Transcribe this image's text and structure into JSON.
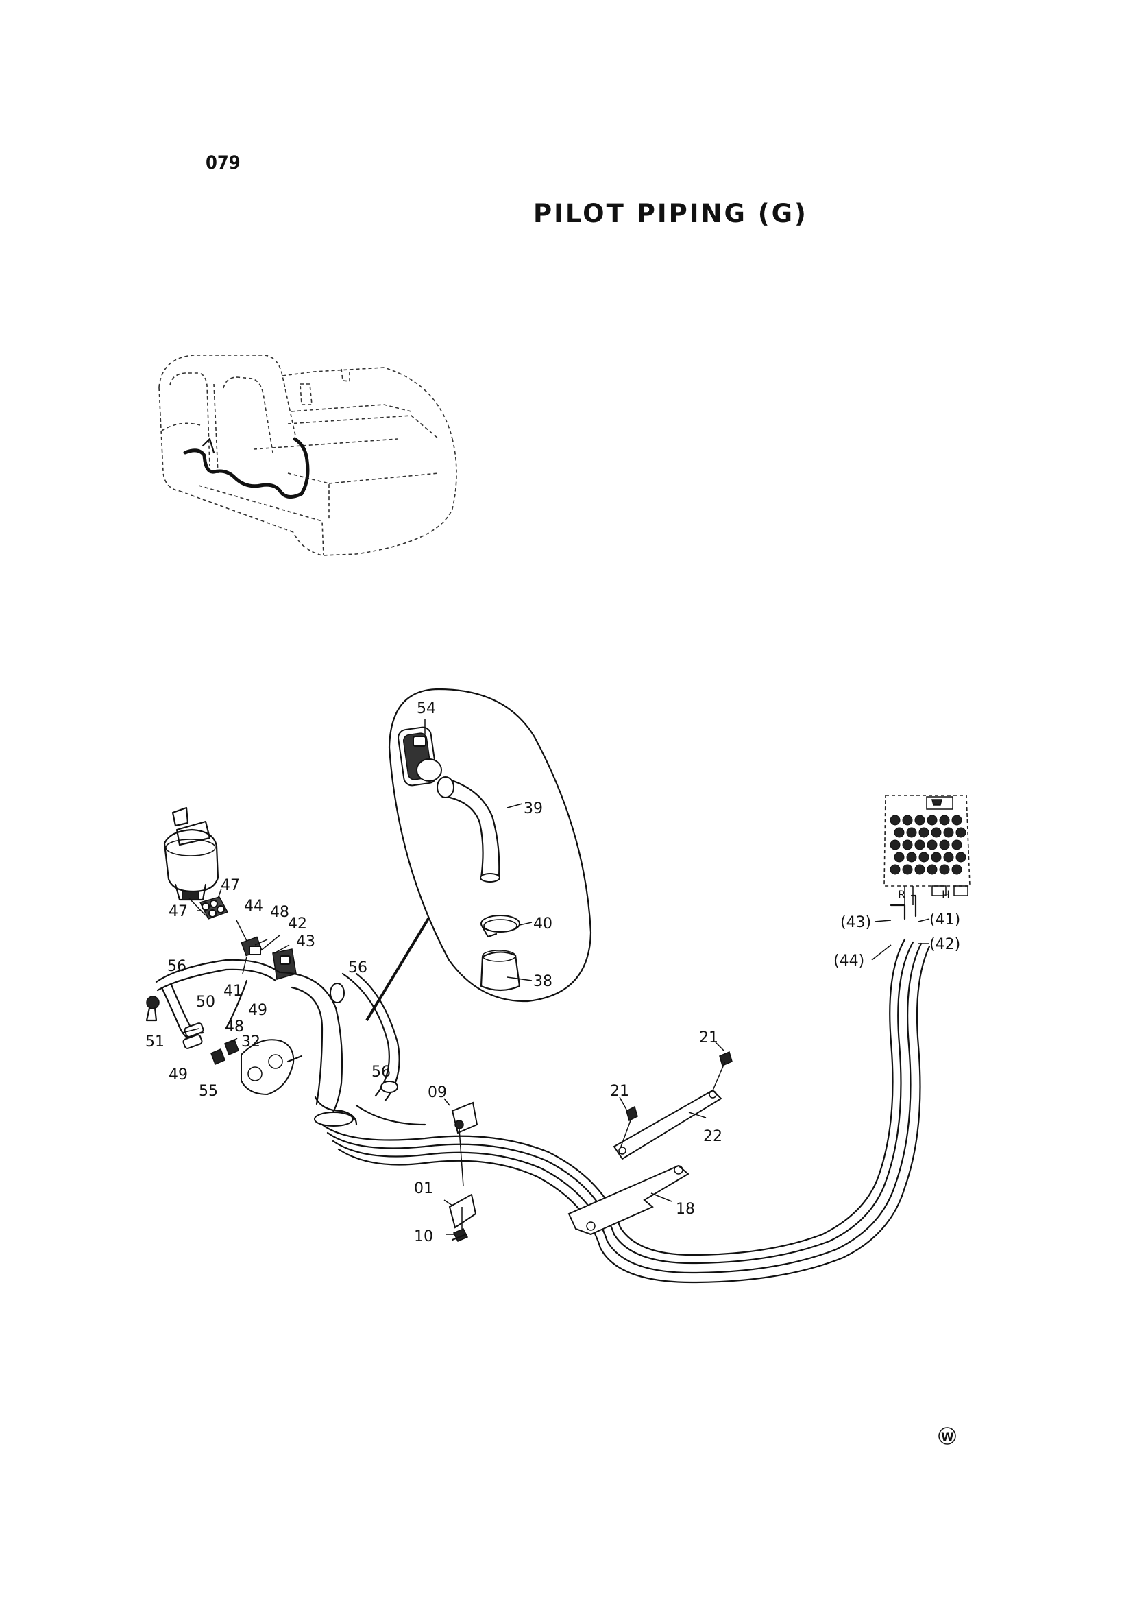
{
  "page_number": "079",
  "title": "PILOT PIPING (G)",
  "mark": "W",
  "callouts": {
    "c54": "54",
    "c39": "39",
    "c40": "40",
    "c38": "38",
    "c47a": "47",
    "c47b": "47",
    "c44": "44",
    "c48a": "48",
    "c42": "42",
    "c43": "43",
    "c56a": "56",
    "c41": "41",
    "c49a": "49",
    "c50": "50",
    "c56b": "56",
    "c51": "51",
    "c48b": "48",
    "c32": "32",
    "c49b": "49",
    "c55": "55",
    "c56c": "56",
    "c09": "09",
    "c01": "01",
    "c10": "10",
    "c21a": "21",
    "c21b": "21",
    "c22": "22",
    "c18": "18",
    "p43": "(43)",
    "p41": "(41)",
    "p44": "(44)",
    "p42": "(42)",
    "valve_r": "R",
    "valve_h": "H"
  }
}
